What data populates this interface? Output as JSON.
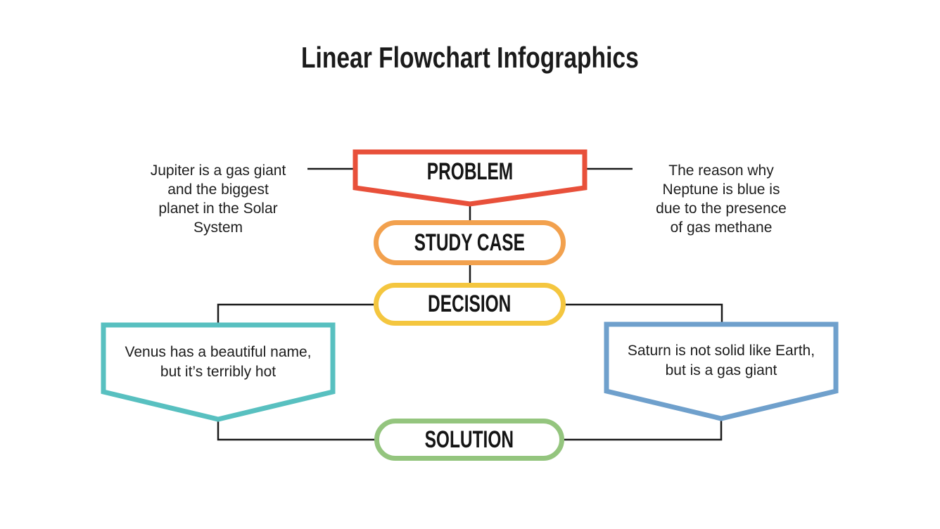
{
  "title": "Linear Flowchart Infographics",
  "colors": {
    "problem": "#E8503A",
    "study_case": "#F2A14E",
    "decision": "#F4C63F",
    "solution": "#94C57E",
    "venus_note": "#58C0C0",
    "saturn_note": "#6FA0CC",
    "connector": "#1A1A1A",
    "shape_fill": "#FFFFFF",
    "text": "#1D1D1D",
    "background": "#FFFFFF"
  },
  "nodes": {
    "problem": {
      "label": "PROBLEM"
    },
    "study_case": {
      "label": "STUDY CASE"
    },
    "decision": {
      "label": "DECISION"
    },
    "solution": {
      "label": "SOLUTION"
    }
  },
  "annotations": {
    "jupiter": "Jupiter is a gas giant\nand the biggest\nplanet in the Solar\nSystem",
    "neptune": "The reason why\nNeptune is blue is\ndue to the presence\nof gas methane",
    "venus": "Venus has a beautiful name,\nbut it’s terribly hot",
    "saturn": "Saturn is not solid like Earth,\nbut is a gas giant"
  }
}
